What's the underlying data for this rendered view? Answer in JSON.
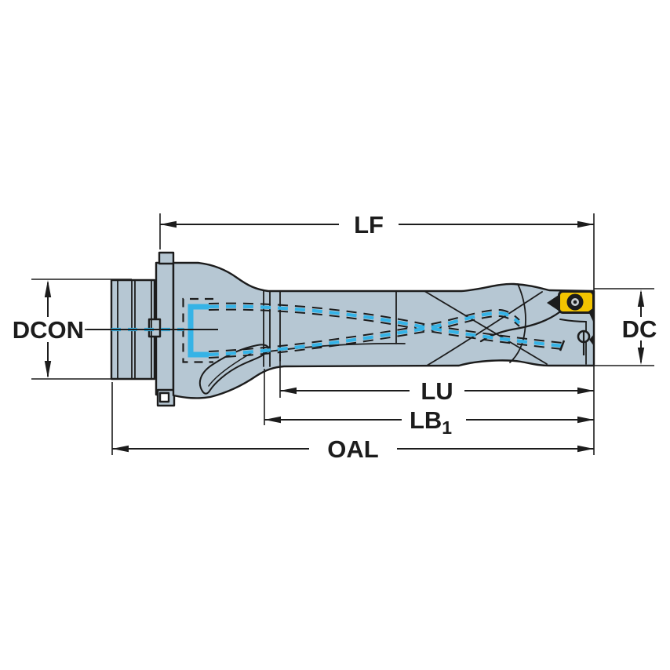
{
  "drawing": {
    "kind": "technical-dimension-drawing",
    "subject": "indexable-insert-drill side view with coolant channels"
  },
  "labels": {
    "lf": "LF",
    "dcon": "DCON",
    "dc": "DC",
    "lu": "LU",
    "lb1_base": "LB",
    "lb1_sub": "1",
    "oal": "OAL"
  },
  "colors": {
    "background": "#ffffff",
    "body": "#b6c7d3",
    "outline": "#1c1c1c",
    "coolant": "#36b3e6",
    "insert": "#f3c400",
    "screw_center": "#c9ced2"
  }
}
